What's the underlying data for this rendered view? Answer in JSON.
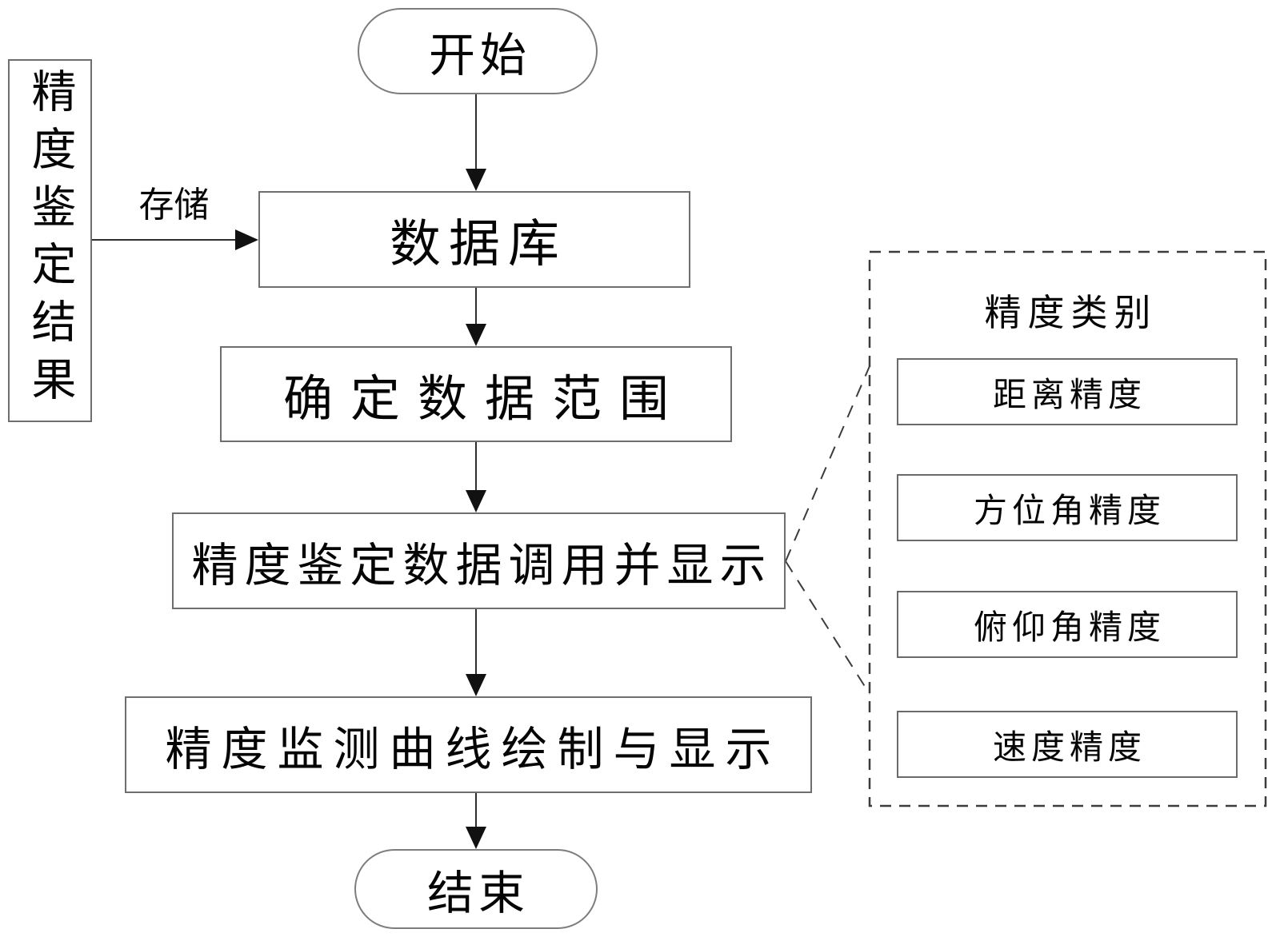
{
  "flowchart": {
    "start_label": "开始",
    "end_label": "结束",
    "side_input_label": "精度鉴定结果",
    "store_arrow_label": "存储",
    "steps": {
      "database": "数据库",
      "determine_range": "确定数据范围",
      "call_display": "精度鉴定数据调用并显示",
      "curve_display": "精度监测曲线绘制与显示"
    },
    "category_panel": {
      "title": "精度类别",
      "items": [
        "距离精度",
        "方位角精度",
        "俯仰角精度",
        "速度精度"
      ]
    },
    "colors": {
      "line": "#2f2f2f",
      "arrowhead": "#111111",
      "box_border": "#6e6e6e",
      "dashed_border": "#3c3c3c",
      "text": "#050505",
      "background": "#ffffff"
    }
  }
}
